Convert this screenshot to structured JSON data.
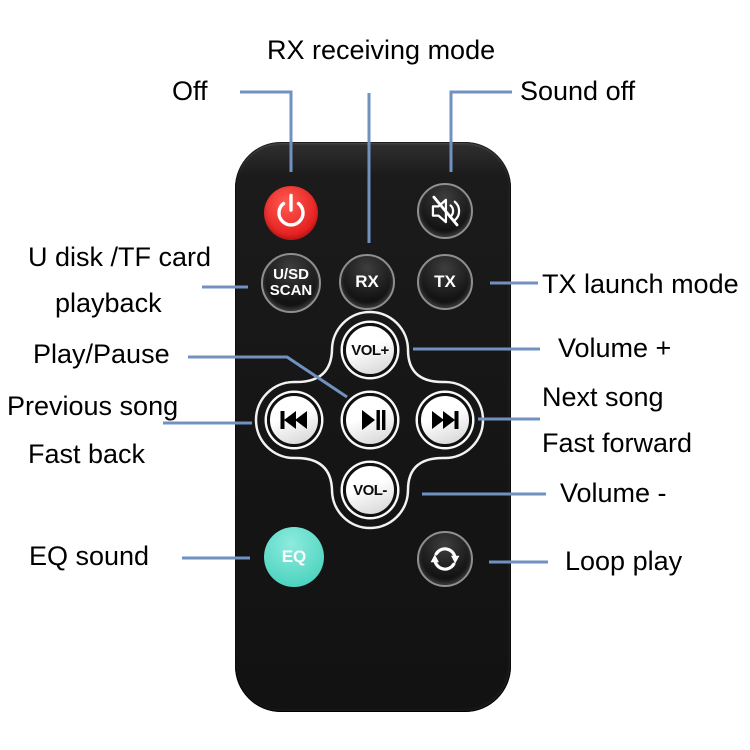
{
  "title": "RX receiving mode",
  "colors": {
    "line": "#7191c1",
    "remote_body": "#161616",
    "power_red": "#e31d1d",
    "power_red_light": "#ff5a50",
    "eq_teal": "#4dd3c0",
    "eq_teal_light": "#8debdd",
    "label_text": "#000000"
  },
  "labels": {
    "rx_mode": "RX receiving mode",
    "off": "Off",
    "sound_off": "Sound off",
    "u_disk_line1": "U disk /TF card",
    "u_disk_line2": "playback",
    "play_pause": "Play/Pause",
    "previous_song": "Previous song",
    "fast_back": "Fast back",
    "eq_sound": "EQ sound",
    "tx_mode": "TX launch mode",
    "volume_plus": "Volume +",
    "next_song": "Next song",
    "fast_forward": "Fast forward",
    "volume_minus": "Volume -",
    "loop_play": "Loop play"
  },
  "buttons": {
    "usd_line1": "U/SD",
    "usd_line2": "SCAN",
    "rx": "RX",
    "tx": "TX",
    "vol_plus": "VOL+",
    "vol_minus": "VOL-",
    "eq": "EQ"
  }
}
